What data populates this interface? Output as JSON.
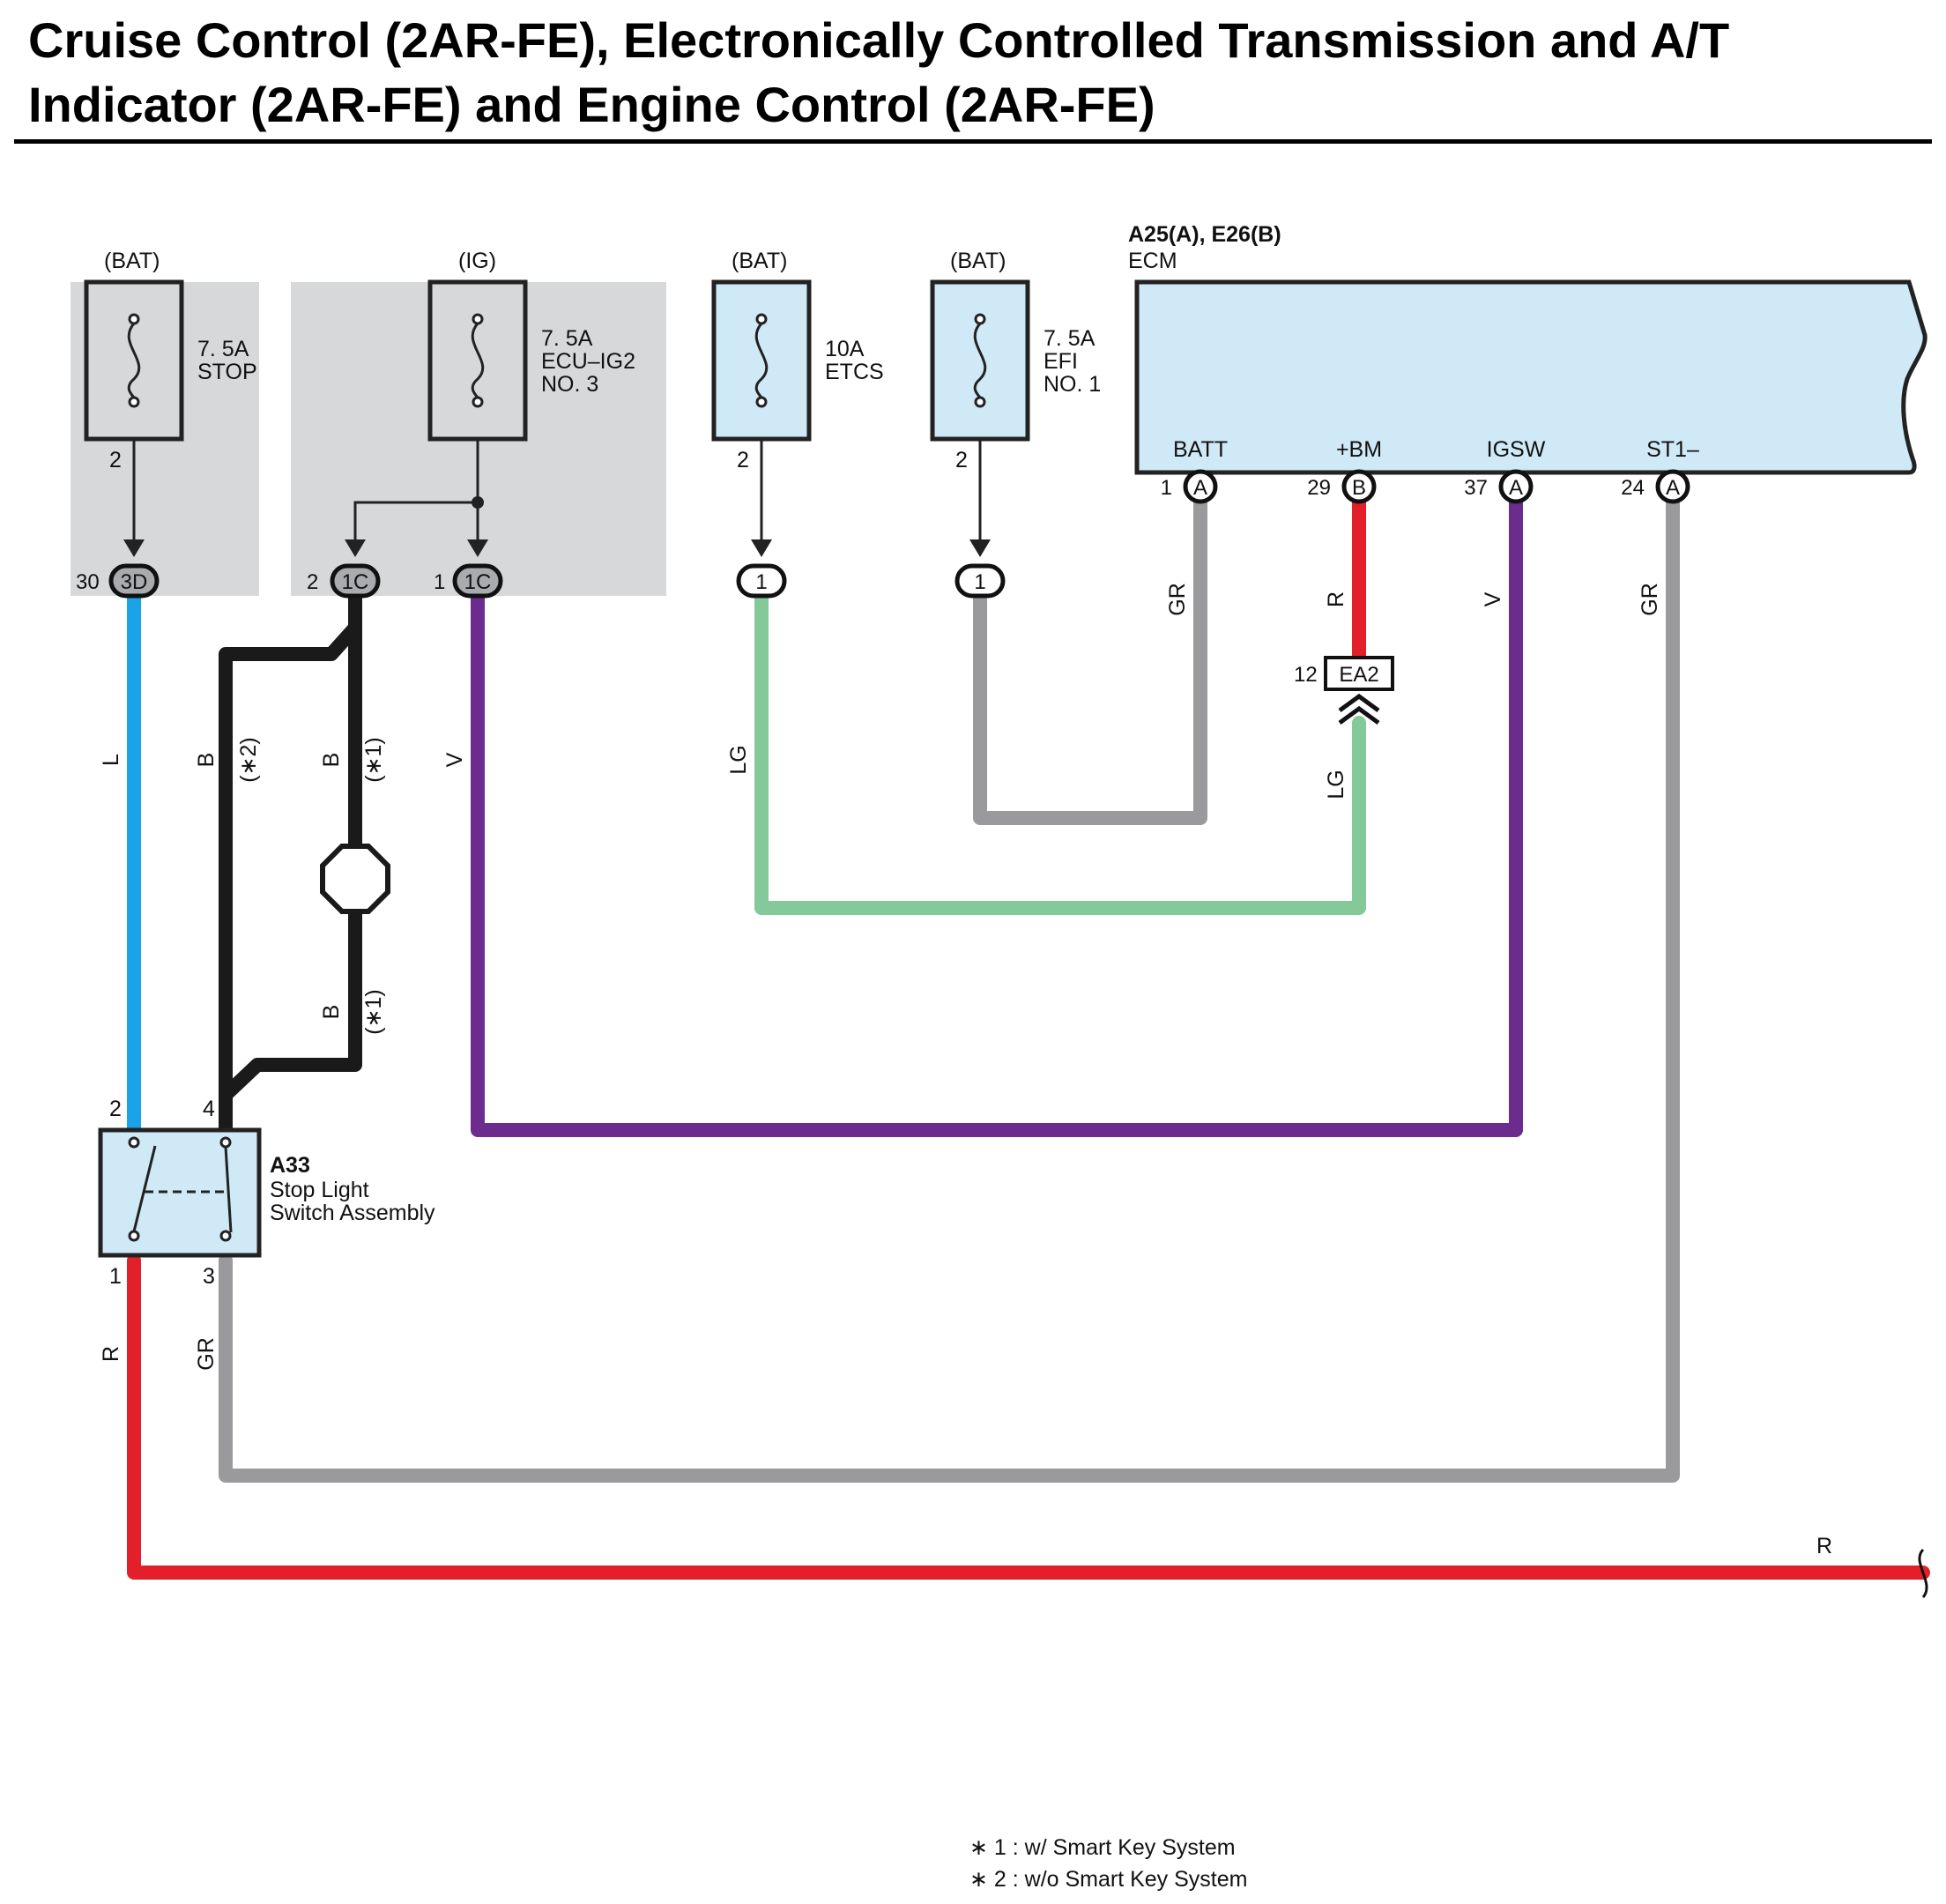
{
  "title": {
    "line1": "Cruise Control (2AR-FE), Electronically Controlled Transmission and A/T",
    "line2": "Indicator (2AR-FE) and Engine Control (2AR-FE)"
  },
  "colors": {
    "L": "#1aa3e6",
    "B": "#1a1a1a",
    "V": "#6b2c8e",
    "LG": "#84c99a",
    "GR": "#9a9a9c",
    "R": "#e3202a",
    "fuse_fill": "#cfe9f7",
    "block_gray": "#d7d8da"
  },
  "fuses": [
    {
      "source": "(BAT)",
      "rating": "7. 5A",
      "name1": "STOP",
      "name2": "",
      "pin": "2"
    },
    {
      "source": "(IG)",
      "rating": "7. 5A",
      "name1": "ECU–IG2",
      "name2": "NO. 3",
      "pin": ""
    },
    {
      "source": "(BAT)",
      "rating": "10A",
      "name1": "ETCS",
      "name2": "",
      "pin": "2"
    },
    {
      "source": "(BAT)",
      "rating": "7. 5A",
      "name1": "EFI",
      "name2": "NO. 1",
      "pin": "2"
    }
  ],
  "connectors": {
    "c3d": {
      "pin": "30",
      "code": "3D"
    },
    "c1c_2": {
      "pin": "2",
      "code": "1C"
    },
    "c1c_1": {
      "pin": "1",
      "code": "1C"
    },
    "etcs_j": {
      "code": "1"
    },
    "efi_j": {
      "code": "1"
    },
    "ea2": {
      "pin": "12",
      "code": "EA2"
    }
  },
  "ecm": {
    "id": "A25(A), E26(B)",
    "name": "ECM",
    "terminals": [
      {
        "name": "BATT",
        "pin": "1",
        "code": "A"
      },
      {
        "name": "+BM",
        "pin": "29",
        "code": "B"
      },
      {
        "name": "IGSW",
        "pin": "37",
        "code": "A"
      },
      {
        "name": "ST1–",
        "pin": "24",
        "code": "A"
      }
    ]
  },
  "switch": {
    "id": "A33",
    "name1": "Stop Light",
    "name2": "Switch Assembly",
    "pins": {
      "top_left": "2",
      "top_right": "4",
      "bottom_left": "1",
      "bottom_right": "3"
    }
  },
  "wire_labels": {
    "l_stop": "L",
    "b_star2": "B",
    "star2": "(∗2)",
    "b_star1_upper": "B",
    "star1_upper": "(∗1)",
    "b_star1_lower": "B",
    "star1_lower": "(∗1)",
    "v_left": "V",
    "lg_etcs": "LG",
    "gr_batt": "GR",
    "r_bm": "R",
    "lg_ea2": "LG",
    "v_igsw": "V",
    "gr_st1": "GR",
    "r_sw1": "R",
    "gr_sw3": "GR",
    "r_right": "R"
  },
  "notes": [
    "∗ 1 : w/ Smart Key System",
    "∗ 2 : w/o Smart Key System"
  ]
}
